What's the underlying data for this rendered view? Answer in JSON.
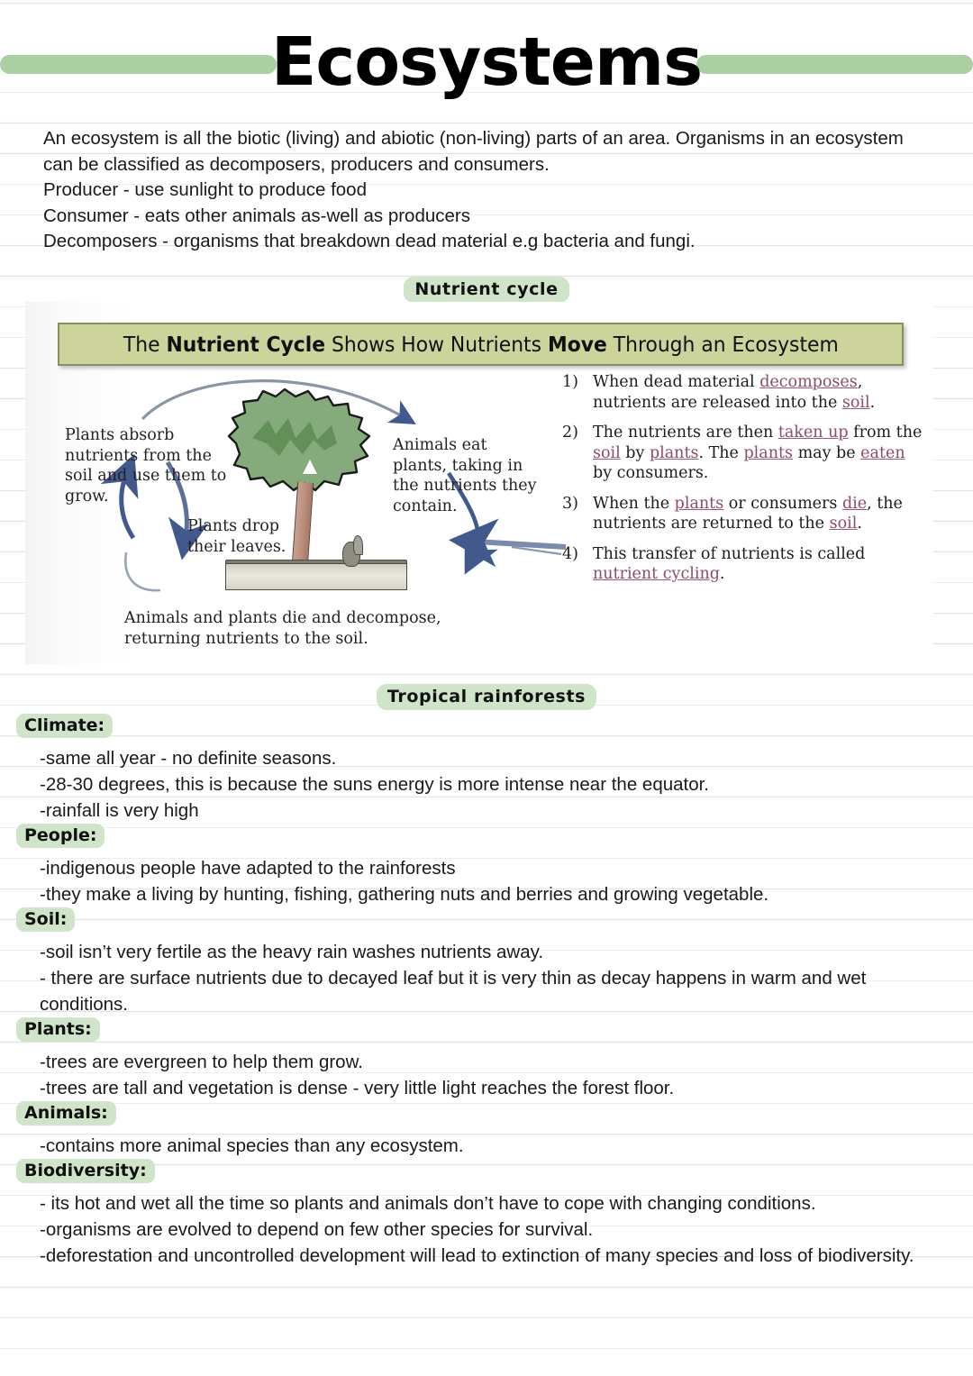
{
  "page": {
    "title": "Ecosystems",
    "accent_green": "#a9cfa3",
    "highlight_green": "#cfe4c8",
    "rule_color": "#e3e3e3"
  },
  "intro": {
    "lines": [
      "An ecosystem is all the biotic (living) and abiotic (non-living) parts of an area. Organisms in an ecosystem can be classified as decomposers, producers and consumers.",
      "Producer - use sunlight to produce food",
      "Consumer - eats other animals as-well as producers",
      "Decomposers - organisms that breakdown dead material e.g bacteria and fungi."
    ]
  },
  "headings": {
    "nutrient_cycle": "Nutrient cycle",
    "tropical_rainforests": "Tropical rainforests"
  },
  "diagram": {
    "header_prefix": "The ",
    "header_bold1": "Nutrient Cycle",
    "header_mid": " Shows How Nutrients ",
    "header_bold2": "Move",
    "header_suffix": " Through an Ecosystem",
    "label_absorb": "Plants absorb nutrients from the soil and use them to grow.",
    "label_drop": "Plants drop their leaves.",
    "label_animals": "Animals eat plants, taking in the nutrients they contain.",
    "label_bottom": "Animals and plants die and decompose, returning nutrients to the soil.",
    "steps": [
      {
        "num": "1)",
        "text": "When dead material decomposes, nutrients are released into the soil."
      },
      {
        "num": "2)",
        "text": "The nutrients are then taken up from the soil by plants.  The plants may be eaten by consumers."
      },
      {
        "num": "3)",
        "text": "When the plants or consumers die, the nutrients are returned to the soil."
      },
      {
        "num": "4)",
        "text": "This transfer of nutrients is called nutrient cycling."
      }
    ]
  },
  "rainforest_sections": [
    {
      "label": "Climate:",
      "lines": [
        "-same all year - no definite seasons.",
        "-28-30 degrees, this is because the suns energy is more intense near the equator.",
        "-rainfall is very high"
      ]
    },
    {
      "label": "People:",
      "lines": [
        "-indigenous people have adapted to the rainforests",
        "-they make a living by hunting, fishing, gathering nuts and berries and growing vegetable."
      ]
    },
    {
      "label": "Soil:",
      "lines": [
        "-soil isn’t very fertile as the heavy rain washes nutrients away.",
        "- there are surface nutrients due to decayed leaf but it is very thin as decay happens in warm and wet conditions."
      ]
    },
    {
      "label": "Plants:",
      "lines": [
        "-trees are evergreen to help them grow.",
        "-trees are tall and vegetation is dense - very little light reaches the forest floor."
      ]
    },
    {
      "label": "Animals:",
      "lines": [
        "-contains more animal species than any ecosystem."
      ]
    },
    {
      "label": "Biodiversity:",
      "lines": [
        "- its hot and wet all the time so plants and animals don’t have to cope with changing conditions.",
        "-organisms are evolved to depend on few other species for survival.",
        "-deforestation and uncontrolled development will lead to extinction of many species and loss of biodiversity."
      ]
    }
  ]
}
